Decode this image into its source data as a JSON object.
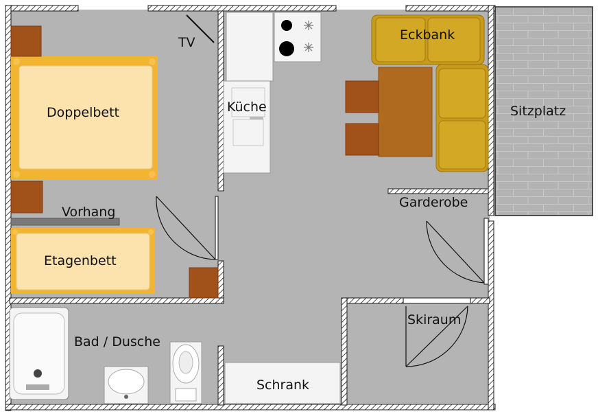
{
  "rooms": {
    "tv": "TV",
    "doppelbett": "Doppelbett",
    "vorhang": "Vorhang",
    "etagenbett": "Etagenbett",
    "kueche": "Küche",
    "eckbank": "Eckbank",
    "sitzplatz": "Sitzplatz",
    "garderobe": "Garderobe",
    "skiraum": "Skiraum",
    "bad": "Bad / Dusche",
    "schrank": "Schrank"
  },
  "colors": {
    "floor": "#b4b4b4",
    "wall_hatch": "#1a1a1a",
    "bed_frame": "#f2b531",
    "mattress": "#fce2ac",
    "nightstand": "#a0521a",
    "table": "#b06a20",
    "bench": "#c89a1a",
    "patio": "#b3b3b3",
    "fixture": "#f4f4f4"
  }
}
